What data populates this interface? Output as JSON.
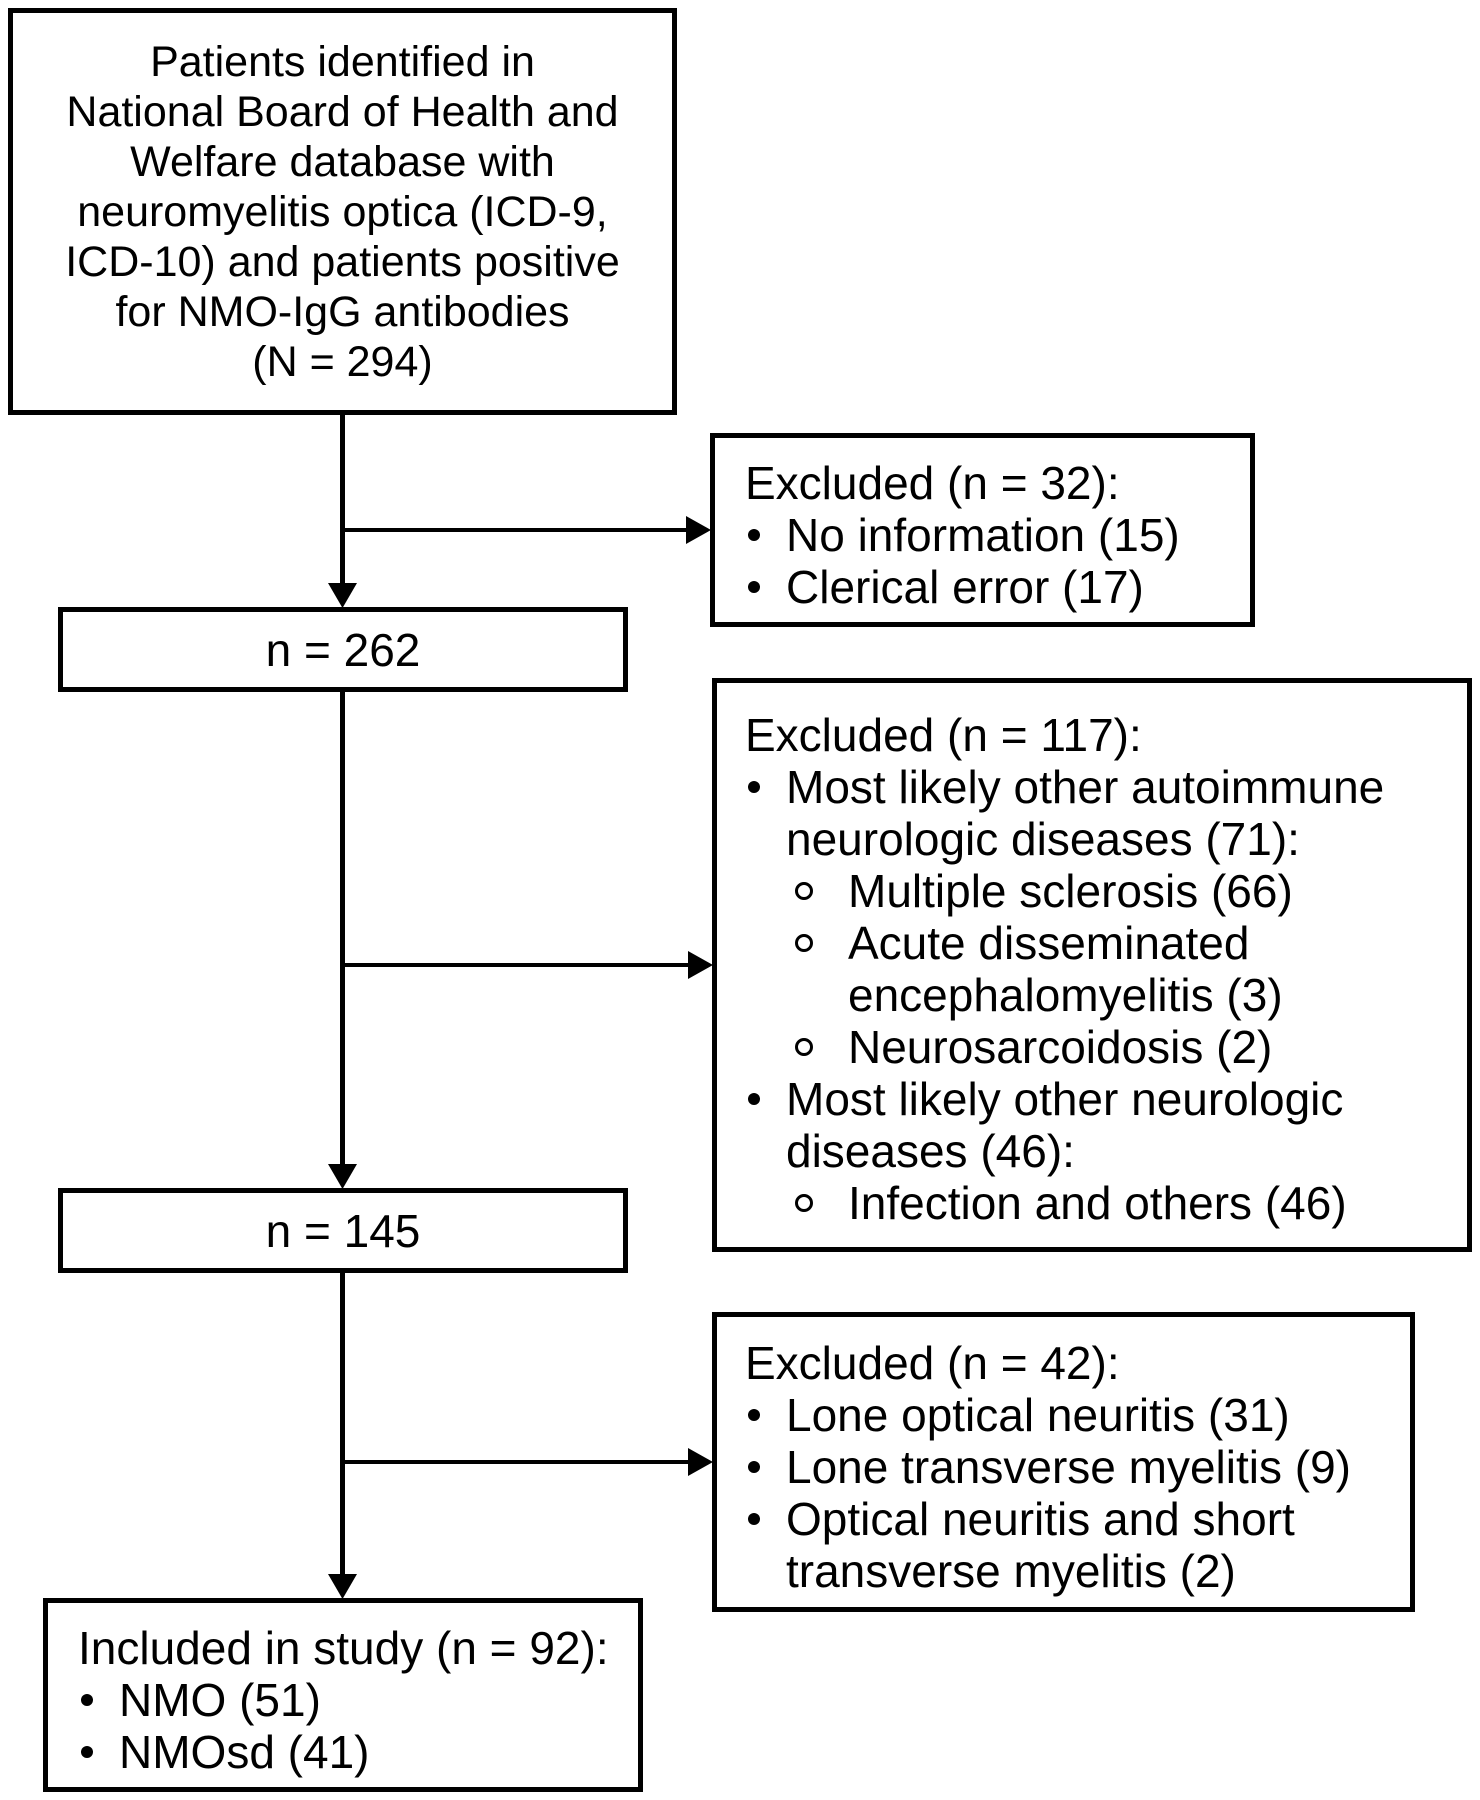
{
  "diagram": {
    "source_box": {
      "lines": [
        "Patients identified in",
        "National Board of Health and",
        "Welfare database with",
        "neuromyelitis optica (ICD-9,",
        "ICD-10) and patients positive",
        "for NMO-IgG antibodies",
        "(N = 294)"
      ]
    },
    "excluded_step1": {
      "heading": "Excluded (n = 32):",
      "bullets": [
        "No information (15)",
        "Clerical error (17)"
      ]
    },
    "count_box1": {
      "label": "n = 262"
    },
    "excluded_step2": {
      "heading": "Excluded (n = 117):",
      "bullets": [
        {
          "level": 1,
          "text": "Most likely other autoimmune neurologic diseases (71):"
        },
        {
          "level": 2,
          "text": "Multiple sclerosis (66)"
        },
        {
          "level": 2,
          "text": "Acute disseminated encephalomyelitis (3)"
        },
        {
          "level": 2,
          "text": "Neurosarcoidosis (2)"
        },
        {
          "level": 1,
          "text": "Most likely other neurologic diseases (46):"
        },
        {
          "level": 2,
          "text": "Infection and others (46)"
        }
      ]
    },
    "count_box2": {
      "label": "n = 145"
    },
    "excluded_step3": {
      "heading": "Excluded (n = 42):",
      "bullets": [
        "Lone optical neuritis (31)",
        "Lone transverse myelitis (9)",
        "Optical neuritis and short transverse myelitis (2)"
      ]
    },
    "included_box": {
      "heading": "Included in study (n = 92):",
      "bullets": [
        "NMO (51)",
        "NMOsd (41)"
      ]
    },
    "colors": {
      "line": "#000000",
      "background": "#ffffff"
    }
  }
}
